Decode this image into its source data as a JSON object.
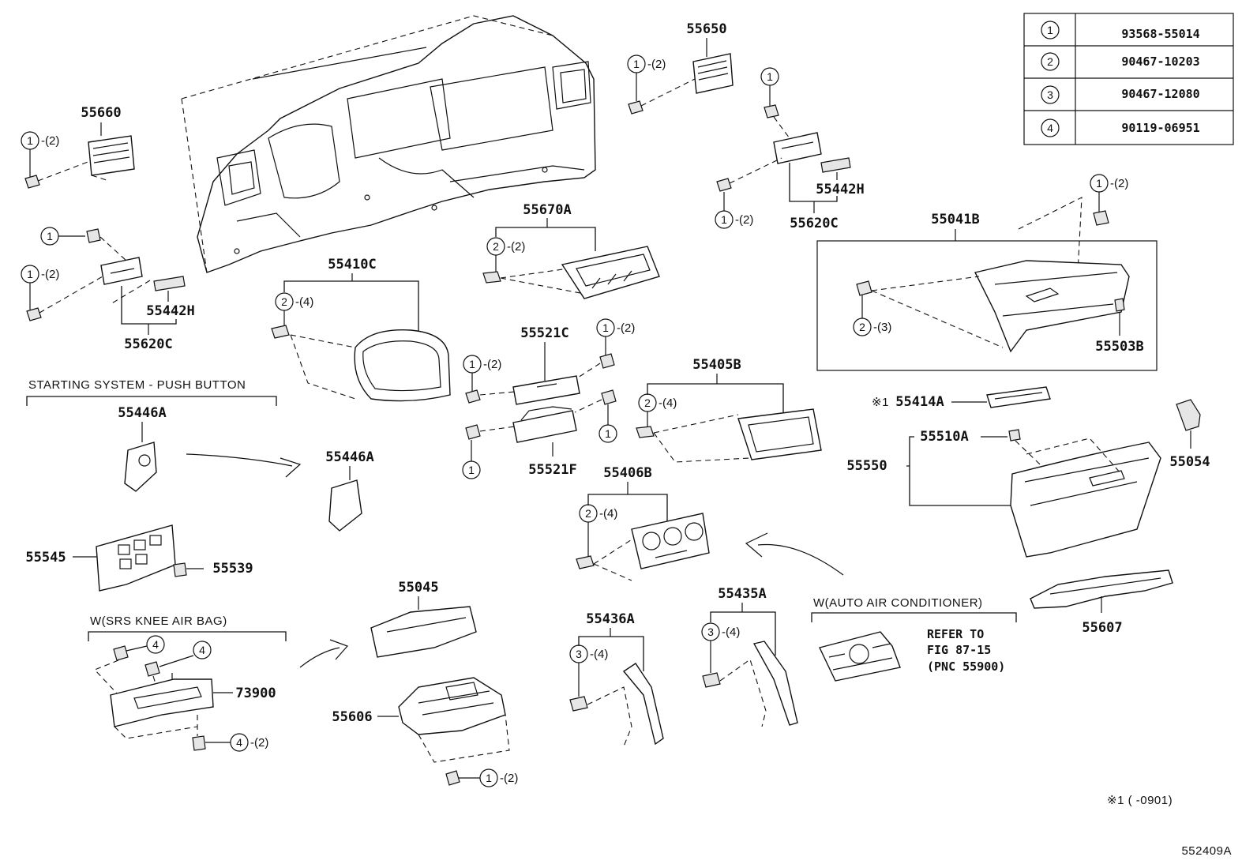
{
  "legend": [
    {
      "key": "1",
      "part": "93568-55014"
    },
    {
      "key": "2",
      "part": "90467-10203"
    },
    {
      "key": "3",
      "part": "90467-12080"
    },
    {
      "key": "4",
      "part": "90119-06951"
    }
  ],
  "labels": {
    "p55650": "55650",
    "p55660": "55660",
    "p55442H_left": "55442H",
    "p55620C_left": "55620C",
    "p55442H_right": "55442H",
    "p55620C_right": "55620C",
    "p55670A": "55670A",
    "p55041B": "55041B",
    "p55503B": "55503B",
    "p55410C": "55410C",
    "p55521C": "55521C",
    "p55521F": "55521F",
    "p55405B": "55405B",
    "p55414A": "55414A",
    "p55414A_mark": "※1",
    "p55510A": "55510A",
    "p55550": "55550",
    "p55054": "55054",
    "p55446A_a": "55446A",
    "p55446A_b": "55446A",
    "p55406B": "55406B",
    "p55545": "55545",
    "p55539": "55539",
    "p55045": "55045",
    "p73900": "73900",
    "p55606": "55606",
    "p55436A": "55436A",
    "p55435A": "55435A",
    "p55607": "55607"
  },
  "captions": {
    "starting_system": "STARTING SYSTEM - PUSH BUTTON",
    "srs_knee": "W(SRS KNEE AIR BAG)",
    "auto_ac": "W(AUTO AIR CONDITIONER)"
  },
  "reference": {
    "line1": "REFER TO",
    "line2": "FIG 87-15",
    "line3": "(PNC 55900)"
  },
  "footnote": "※1 (     -0901)",
  "figure_id": "552409A",
  "callouts": [
    {
      "n": "1",
      "s": "-(2)"
    },
    {
      "n": "1",
      "s": "-(2)"
    },
    {
      "n": "1",
      "s": ""
    },
    {
      "n": "1",
      "s": "-(2)"
    },
    {
      "n": "1",
      "s": ""
    },
    {
      "n": "1",
      "s": "-(2)"
    },
    {
      "n": "1",
      "s": "-(2)"
    },
    {
      "n": "2",
      "s": "-(2)"
    },
    {
      "n": "2",
      "s": "-(4)"
    },
    {
      "n": "1",
      "s": "-(2)"
    },
    {
      "n": "1",
      "s": "-(2)"
    },
    {
      "n": "1",
      "s": ""
    },
    {
      "n": "1",
      "s": ""
    },
    {
      "n": "2",
      "s": "-(3)"
    },
    {
      "n": "2",
      "s": "-(4)"
    },
    {
      "n": "2",
      "s": "-(4)"
    },
    {
      "n": "4",
      "s": ""
    },
    {
      "n": "4",
      "s": ""
    },
    {
      "n": "4",
      "s": "-(2)"
    },
    {
      "n": "1",
      "s": "-(2)"
    },
    {
      "n": "3",
      "s": "-(4)"
    },
    {
      "n": "3",
      "s": "-(4)"
    }
  ]
}
